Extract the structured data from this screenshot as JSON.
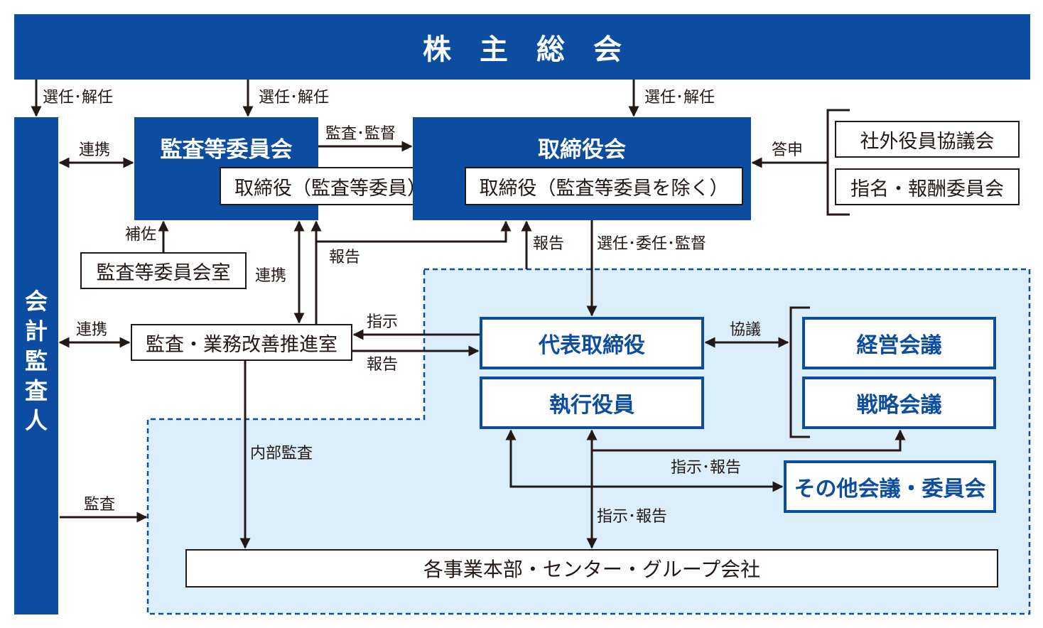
{
  "colors": {
    "primary_blue": "#0c4da2",
    "light_blue_bg": "#dbeefb",
    "line": "#231815"
  },
  "top": {
    "shareholders_meeting": "株　主　総　会"
  },
  "auditor": {
    "label_chars": [
      "会",
      "計",
      "監",
      "査",
      "人"
    ]
  },
  "committee": {
    "title": "監査等委員会",
    "sub": "取締役（監査等委員）",
    "office": "監査等委員会室"
  },
  "board": {
    "title": "取締役会",
    "sub": "取締役（監査等委員を除く）"
  },
  "advisory": {
    "outside_council": "社外役員協議会",
    "nomination": "指名・報酬委員会"
  },
  "audit_office": "監査・業務改善推進室",
  "exec": {
    "president": "代表取締役",
    "officers": "執行役員",
    "management_meeting": "経営会議",
    "strategy_meeting": "戦略会議",
    "other_meetings": "その他会議・委員会",
    "divisions": "各事業本部・センター・グループ会社"
  },
  "labels": {
    "elect_1": "選任･解任",
    "elect_2": "選任･解任",
    "elect_3": "選任･解任",
    "audit_supervise": "監査･監督",
    "coop_1": "連携",
    "coop_2": "連携",
    "coop_3": "連携",
    "report_1": "答申",
    "assist": "補佐",
    "report_2": "報告",
    "report_3": "報告",
    "elect_delegate": "選任･委任･監督",
    "instruct": "指示",
    "report_4": "報告",
    "discuss": "協議",
    "internal_audit": "内部監査",
    "instruct_report_1": "指示･報告",
    "instruct_report_2": "指示･報告",
    "audit": "監査"
  }
}
